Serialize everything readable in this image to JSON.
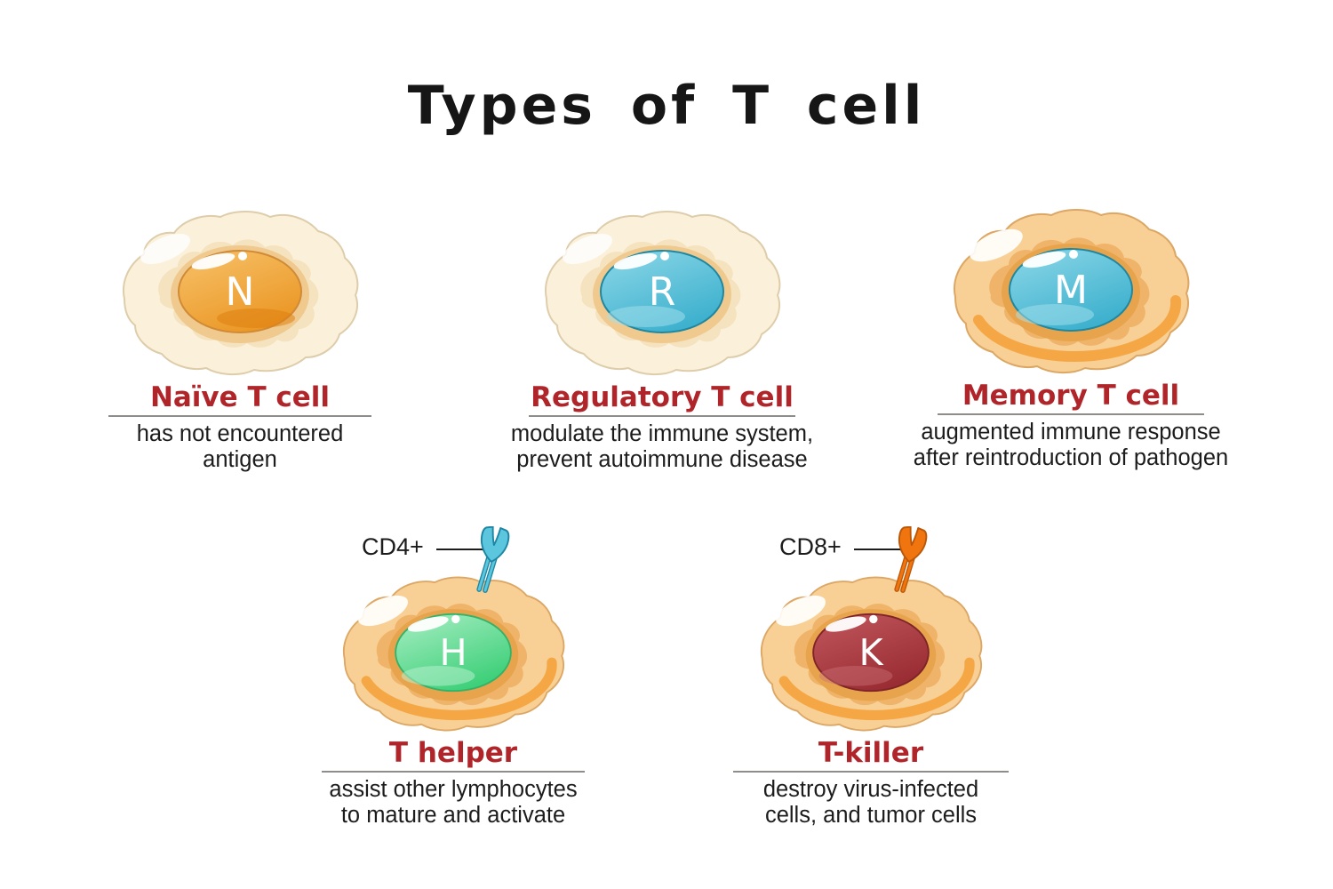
{
  "title": "Types of T cell",
  "colors": {
    "vars": {
      "canvas-bg": "#FFFFFF",
      "title-black": "#161616",
      "heading-red": "#AF2529",
      "underline-gray": "#8F8D8A",
      "text-black": "#1C1C1C",
      "pointer-black": "#1C1C1C"
    },
    "pale_cell": {
      "body": "#FBF1DB",
      "splotch": "#F5E2BE",
      "outline": "#DECDAB"
    },
    "orange_cell": {
      "body": "#F8D095",
      "splotch": "#EFB46A",
      "outline": "#DCA765",
      "rim": "#F4A440"
    },
    "ring": {
      "pale": "#EFC98E",
      "orange": "#E8A44C"
    },
    "nucleus": {
      "orange": {
        "light": "#F7C26B",
        "dark": "#EB9826",
        "deep": "#DF7F10",
        "stroke": "#D18A35"
      },
      "blue": {
        "light": "#8ED8E8",
        "dark": "#3EB1CE",
        "sheen": "#A8E2EE",
        "stroke": "#1F87A0"
      },
      "green": {
        "light": "#A9EEC4",
        "dark": "#3FD07A",
        "sheen": "#BDF2D2",
        "stroke": "#35B268"
      },
      "red": {
        "light": "#C2585E",
        "dark": "#9A2D34",
        "sheen": "#CA7075",
        "stroke": "#7E2428"
      }
    },
    "receptor": {
      "cd4_fill": "#5BC6DE",
      "cd4_stroke": "#1E86A2",
      "cd8_fill": "#F0750E",
      "cd8_stroke": "#BC5708"
    },
    "letter_white": "#FFFFFF"
  },
  "cells": [
    {
      "letter": "N",
      "name": "Naïve T cell",
      "desc_line1": "has not encountered",
      "desc_line2": "antigen"
    },
    {
      "letter": "R",
      "name": "Regulatory T cell",
      "desc_line1": "modulate the immune system,",
      "desc_line2": "prevent autoimmune disease"
    },
    {
      "letter": "M",
      "name": "Memory T cell",
      "desc_line1": "augmented immune response",
      "desc_line2": "after reintroduction of pathogen"
    },
    {
      "letter": "H",
      "name": "T helper",
      "desc_line1": "assist other lymphocytes",
      "desc_line2": "to mature and activate",
      "receptor_label": "CD4+"
    },
    {
      "letter": "K",
      "name": "T-killer",
      "desc_line1": "destroy virus-infected",
      "desc_line2": "cells, and tumor cells",
      "receptor_label": "CD8+"
    }
  ]
}
